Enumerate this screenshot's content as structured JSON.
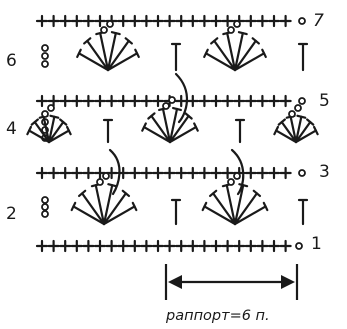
{
  "diagram": {
    "row_numbers": {
      "r1": "1",
      "r2": "2",
      "r3": "3",
      "r4": "4",
      "r5": "5",
      "r6": "6",
      "r7": "7"
    },
    "repeat_label": "раппорт=6 п."
  },
  "colors": {
    "ink": "#1a1a1a",
    "background": "#ffffff"
  }
}
